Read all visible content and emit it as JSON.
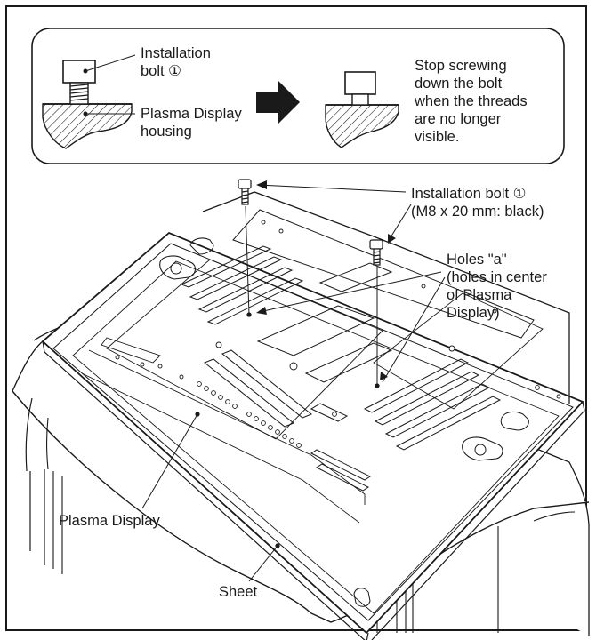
{
  "inset": {
    "bolt_label": "Installation\nbolt ①",
    "housing_label": "Plasma Display\nhousing",
    "stop_note": "Stop screwing\ndown the bolt\nwhen the threads\nare no longer\nvisible.",
    "arrow_icon": "right-arrow-icon"
  },
  "callouts": {
    "installation_bolt": "Installation bolt ①\n(M8 x 20 mm: black)",
    "holes_a": "Holes \"a\"\n(holes in center\nof Plasma\nDisplay)",
    "plasma_display": "Plasma Display",
    "sheet": "Sheet"
  }
}
